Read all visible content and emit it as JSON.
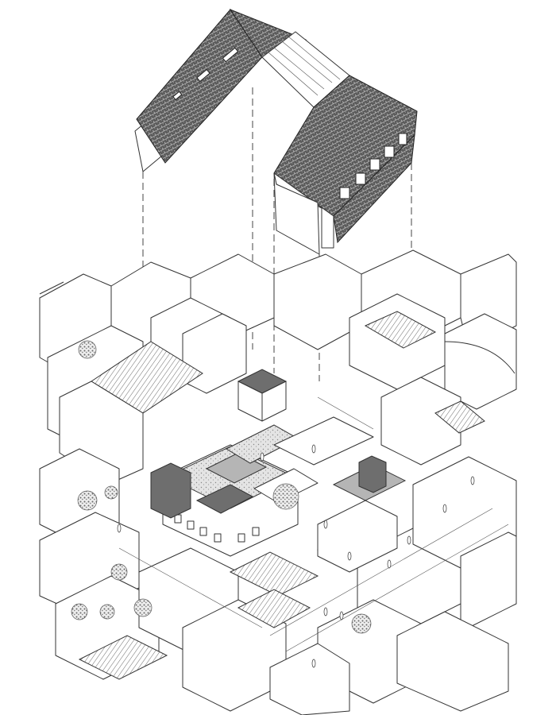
{
  "figure": {
    "kind": "exploded axonometric architectural drawing",
    "colors": {
      "line": "#333333",
      "background": "#ffffff",
      "roof_tile": "#4a4a4a",
      "shade_dark": "#6e6e6e",
      "shade_mid": "#b5b5b5"
    },
    "icons": [
      "roof-tile-pattern",
      "tree-foliage",
      "human-figure"
    ]
  }
}
